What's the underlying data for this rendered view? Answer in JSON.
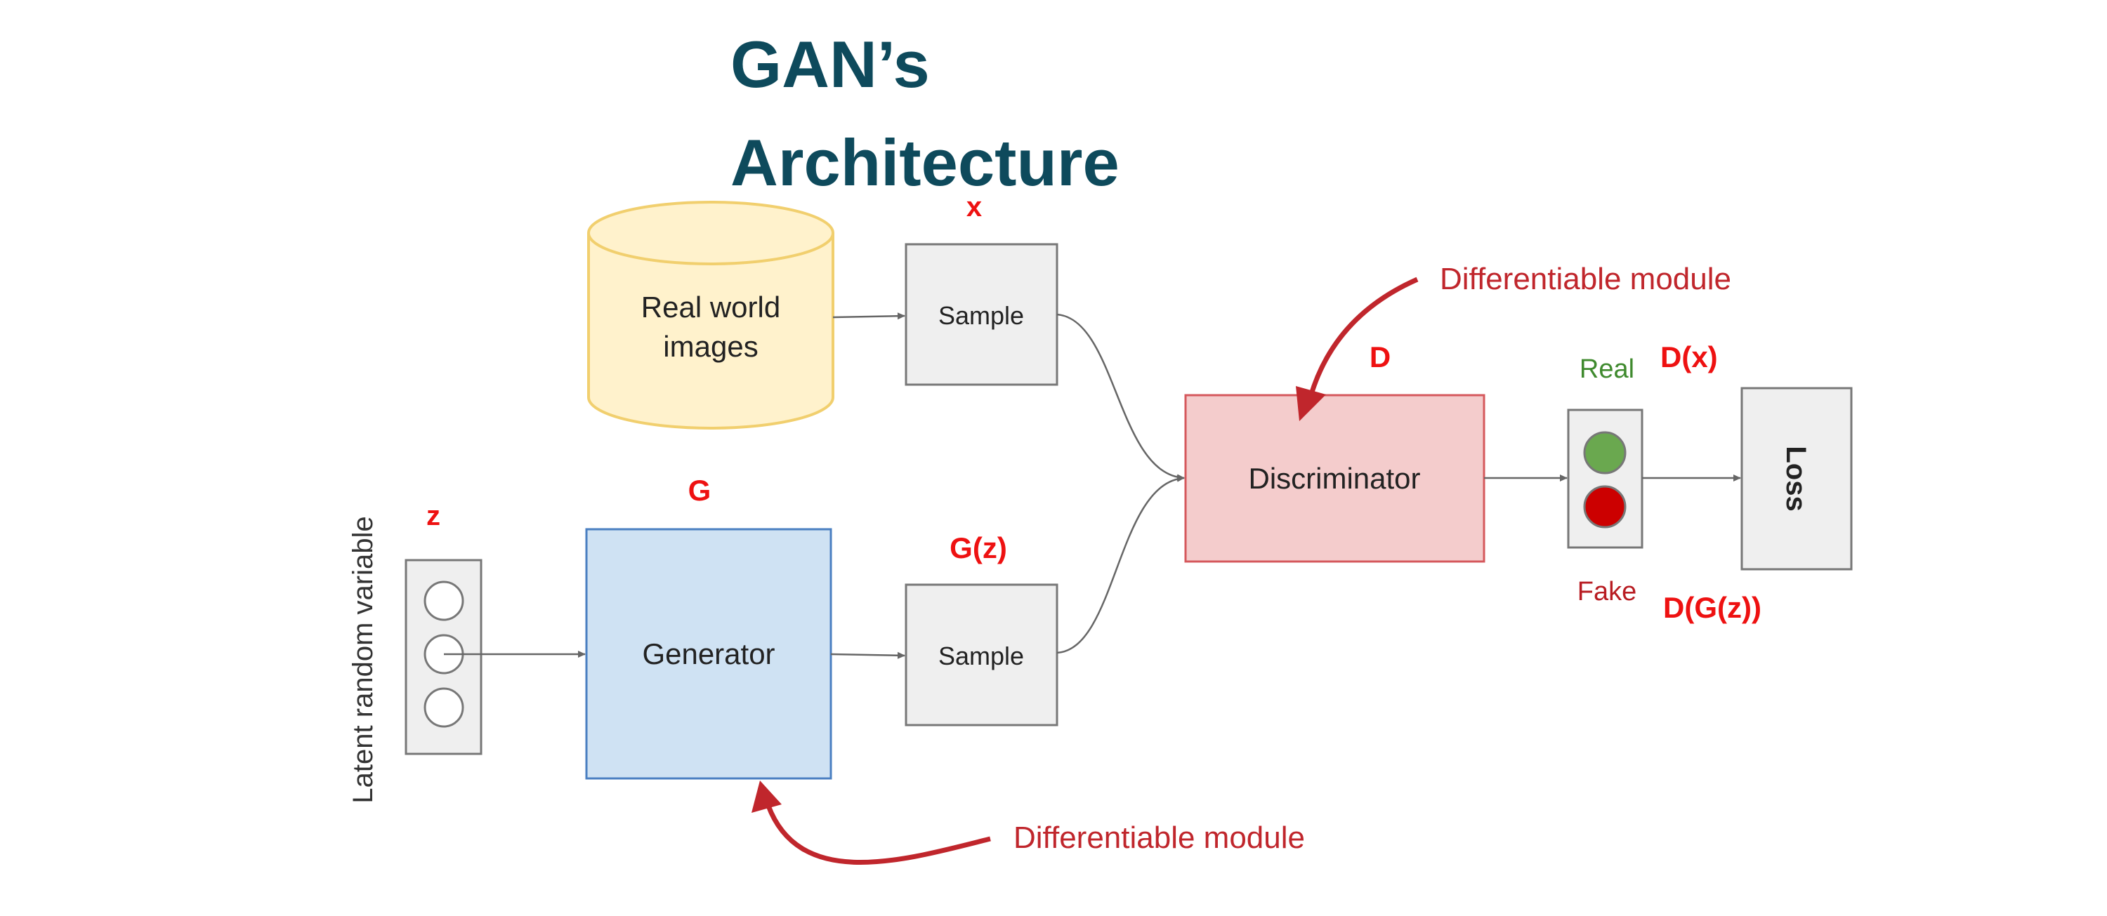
{
  "title": {
    "line1": "GAN’s",
    "line2": "Architecture"
  },
  "nodes": {
    "real_images": "Real world images",
    "sample_top": "Sample",
    "sample_bottom": "Sample",
    "generator": "Generator",
    "discriminator": "Discriminator",
    "loss": "Loss",
    "latent": "Latent random variable"
  },
  "annotations": {
    "x": "x",
    "z": "z",
    "g": "G",
    "gz": "G(z)",
    "d": "D",
    "dx": "D(x)",
    "dgz": "D(G(z))",
    "real": "Real",
    "fake": "Fake",
    "diff_module_top": "Differentiable module",
    "diff_module_bottom": "Differentiable module"
  },
  "colors": {
    "title": "#0e4a5c",
    "annotation_red": "#ee1111",
    "module_red": "#c0262c",
    "real_green": "#3f8a2e",
    "fake_red": "#b81c22",
    "cylinder_fill": "#fff2cc",
    "cylinder_stroke": "#f1cf6e",
    "generator_fill": "#cfe2f3",
    "generator_stroke": "#4a7fc1",
    "discriminator_fill": "#f4cccc",
    "discriminator_stroke": "#d5585c",
    "sample_fill": "#efefef",
    "green_light": "#6aa84f",
    "red_light": "#cc0000"
  }
}
